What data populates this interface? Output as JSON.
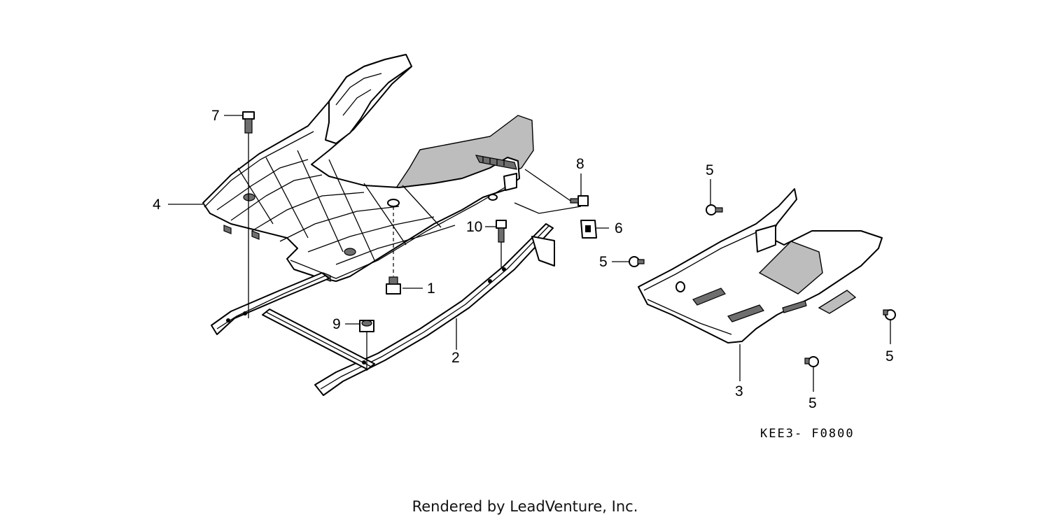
{
  "diagram": {
    "code": "KEE3- F0800",
    "callouts": [
      {
        "id": "c1",
        "label": "1"
      },
      {
        "id": "c2",
        "label": "2"
      },
      {
        "id": "c3",
        "label": "3"
      },
      {
        "id": "c4",
        "label": "4"
      },
      {
        "id": "c5a",
        "label": "5"
      },
      {
        "id": "c5b",
        "label": "5"
      },
      {
        "id": "c5c",
        "label": "5"
      },
      {
        "id": "c5d",
        "label": "5"
      },
      {
        "id": "c6",
        "label": "6"
      },
      {
        "id": "c7",
        "label": "7"
      },
      {
        "id": "c8",
        "label": "8"
      },
      {
        "id": "c9",
        "label": "9"
      },
      {
        "id": "c10",
        "label": "10"
      }
    ]
  },
  "footer": {
    "text": "Rendered by LeadVenture, Inc."
  }
}
